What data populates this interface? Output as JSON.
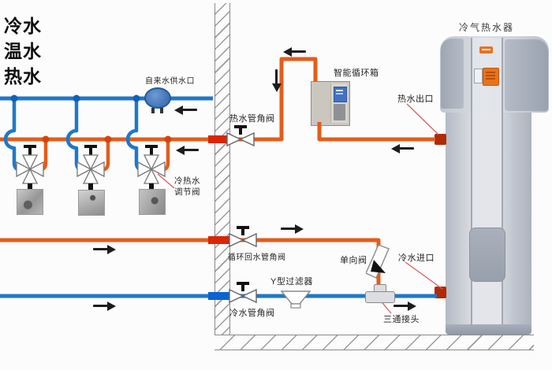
{
  "legend": {
    "cold": "冷水",
    "warm": "温水",
    "hot": "热水"
  },
  "labels": {
    "tap_water_inlet": "自来水供水口",
    "mixing_valve": "冷热水调节阀",
    "hot_water_angle_valve": "热水管角阀",
    "smart_circulation_box": "智能循环箱",
    "water_heater": "冷气热水器",
    "hot_water_outlet": "热水出口",
    "circulation_return_angle_valve": "循环回水管角阀",
    "check_valve": "单向阀",
    "y_filter": "Y型过滤器",
    "cold_water_angle_valve": "冷水管角阀",
    "cold_water_inlet": "冷水进口",
    "tee_joint": "三通接头"
  },
  "colors": {
    "cold_pipe": "#1f78c8",
    "hot_pipe": "#e55c1a",
    "wall_crossing_hot": "#d92605",
    "wall_crossing_cold": "#0a64d2",
    "pointer_line": "#d85f63",
    "display_orange": "#e8731e"
  }
}
